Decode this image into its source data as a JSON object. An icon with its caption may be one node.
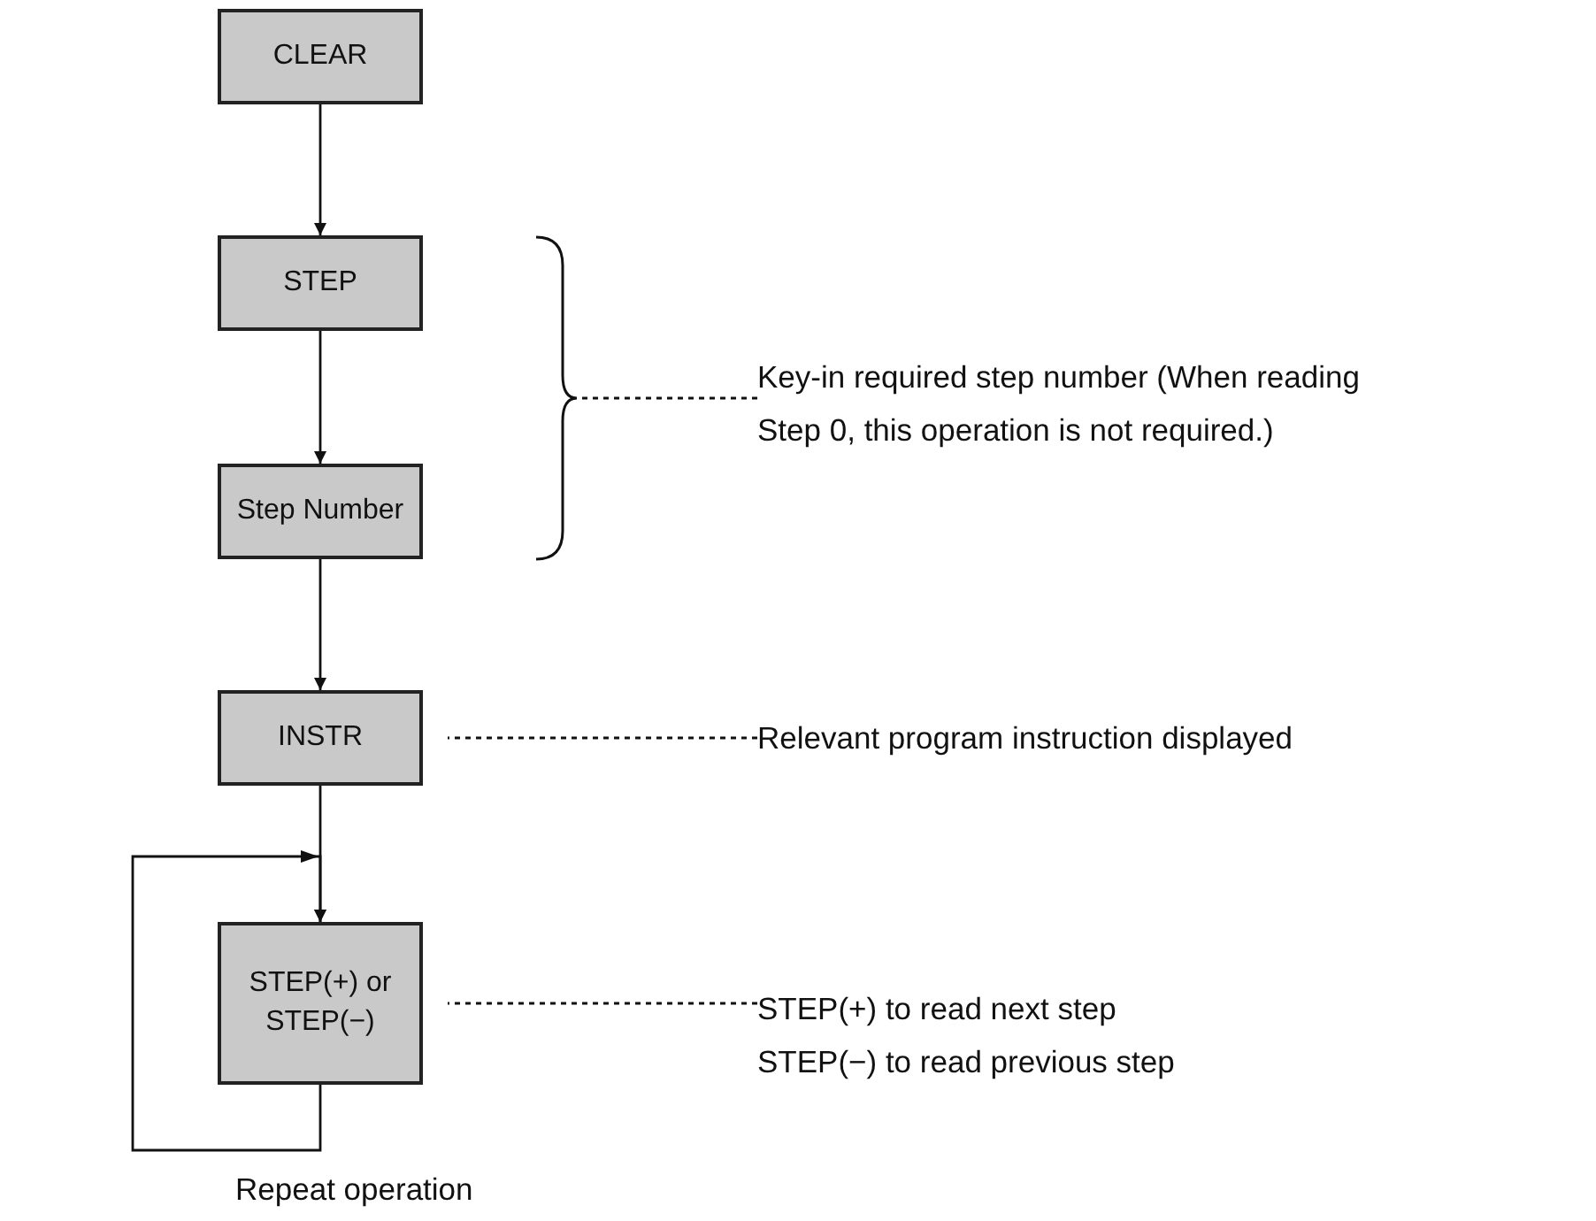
{
  "diagram": {
    "nodes": [
      {
        "text": [
          "CLEAR"
        ]
      },
      {
        "text": [
          "STEP"
        ]
      },
      {
        "text": [
          "Step Number"
        ]
      },
      {
        "text": [
          "INSTR"
        ]
      },
      {
        "text": [
          "STEP(+) or STEP(−)"
        ]
      },
      {
        "text": [
          "Key-in required step number (When reading Step 0, this operation is not required.)"
        ]
      },
      {
        "text": [
          "Relevant program instruction displayed"
        ]
      },
      {
        "text": [
          "STEP(+) to read next step",
          "STEP(−) to read previous step"
        ]
      },
      {
        "text": [],
        "shape": "brace"
      }
    ],
    "edges": [
      {
        "from": 0,
        "to": 1,
        "arrow": "to"
      },
      {
        "from": 1,
        "to": 2,
        "arrow": "to"
      },
      {
        "from": 2,
        "to": 3,
        "arrow": "to"
      },
      {
        "from": 3,
        "to": 4,
        "arrow": "to"
      },
      {
        "from": 4,
        "to": 4,
        "arrow": "to",
        "label": "Repeat operation"
      },
      {
        "from": 5,
        "to": 8,
        "arrow": "none",
        "style": "dashed"
      },
      {
        "from": 6,
        "to": 3,
        "arrow": "none",
        "style": "dashed"
      },
      {
        "from": 7,
        "to": 4,
        "arrow": "none",
        "style": "dashed"
      }
    ]
  }
}
